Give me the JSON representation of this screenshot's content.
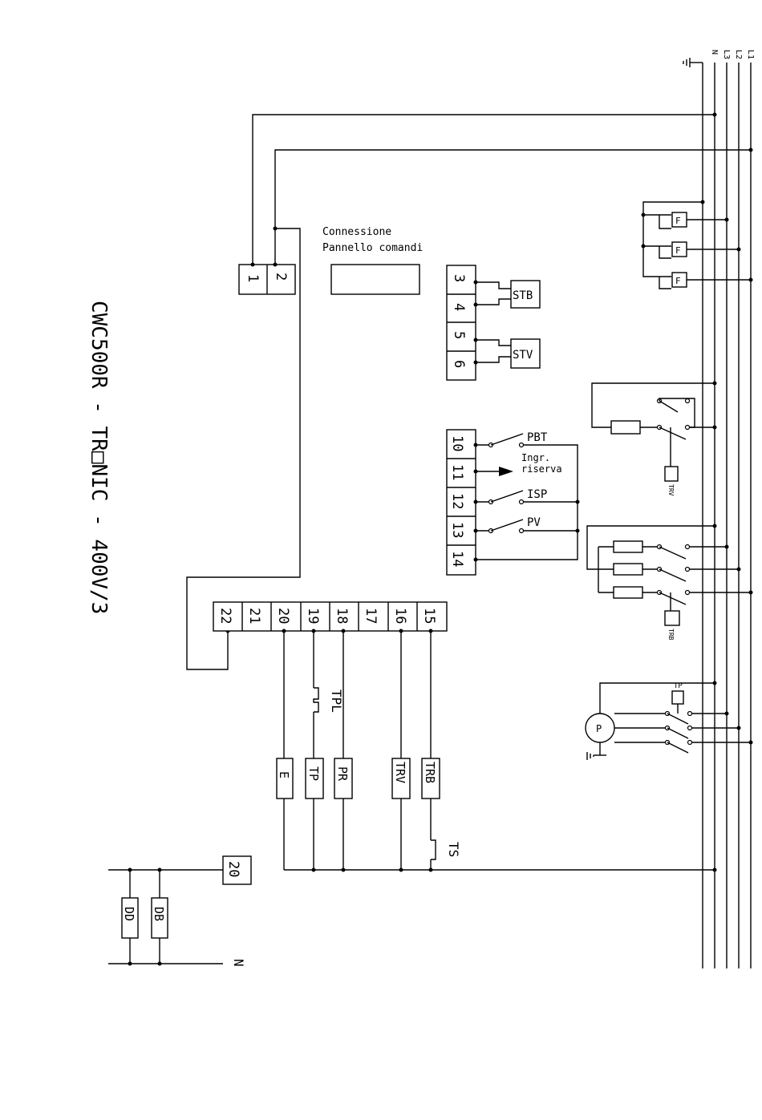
{
  "title": "CWC500R - TR□NIC - 400V/3",
  "supply_lines": [
    "L1",
    "L2",
    "L3",
    "N"
  ],
  "panel_connection": {
    "line1": "Connessione",
    "line2": "Pannello comandi"
  },
  "terminal_pair": [
    "1",
    "2"
  ],
  "terminals_a": [
    "3",
    "4",
    "5",
    "6"
  ],
  "terminals_b": [
    "10",
    "11",
    "12",
    "13",
    "14"
  ],
  "terminals_main": [
    "22",
    "21",
    "20",
    "19",
    "18",
    "17",
    "16",
    "15"
  ],
  "safety_devices": {
    "stb": "STB",
    "stv": "STV"
  },
  "inputs": {
    "pbt": "PBT",
    "ingr_line1": "Ingr.",
    "ingr_line2": "riserva",
    "isp": "ISP",
    "pv": "PV"
  },
  "fuse_label": "F",
  "relays": {
    "trv": "TRV",
    "trb": "TRB",
    "tp": "TP"
  },
  "pump_label": "P",
  "loads": [
    "E",
    "TP",
    "PR",
    "TRV",
    "TRB"
  ],
  "tpl_label": "TPL",
  "ts_label": "TS",
  "bottom": {
    "terminal": "20",
    "dd": "DD",
    "db": "DB",
    "n_label": "N"
  }
}
